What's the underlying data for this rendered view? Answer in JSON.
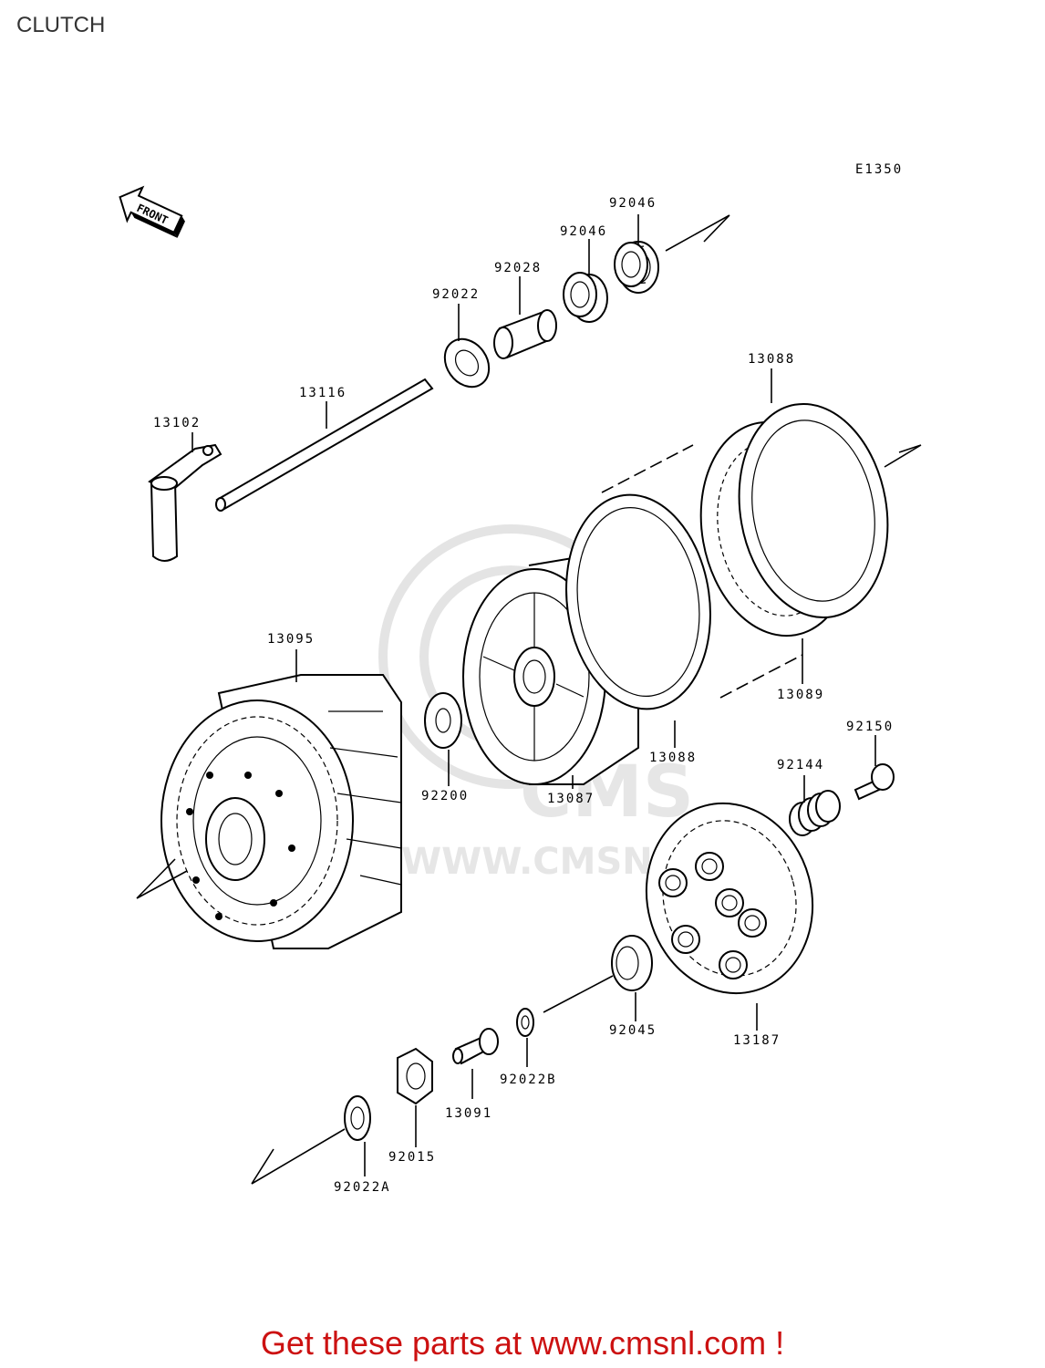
{
  "title": "CLUTCH",
  "diagram": {
    "code": "E1350",
    "front_label": "FRONT",
    "watermark": {
      "brand": "CMS",
      "site": "WWW.CMSNL.COM"
    },
    "labels": {
      "p92046a": "92046",
      "p92046b": "92046",
      "p92028": "92028",
      "p92022": "92022",
      "p13116": "13116",
      "p13102": "13102",
      "p13088a": "13088",
      "p13088b": "13088",
      "p13089": "13089",
      "p13095": "13095",
      "p13087": "13087",
      "p92200": "92200",
      "p92150": "92150",
      "p92144": "92144",
      "p92045": "92045",
      "p13187": "13187",
      "p92022b": "92022B",
      "p13091": "13091",
      "p92015": "92015",
      "p92022a": "92022A"
    }
  },
  "footer": {
    "text": "Get these parts at www.cmsnl.com !",
    "color": "#cc1111"
  }
}
